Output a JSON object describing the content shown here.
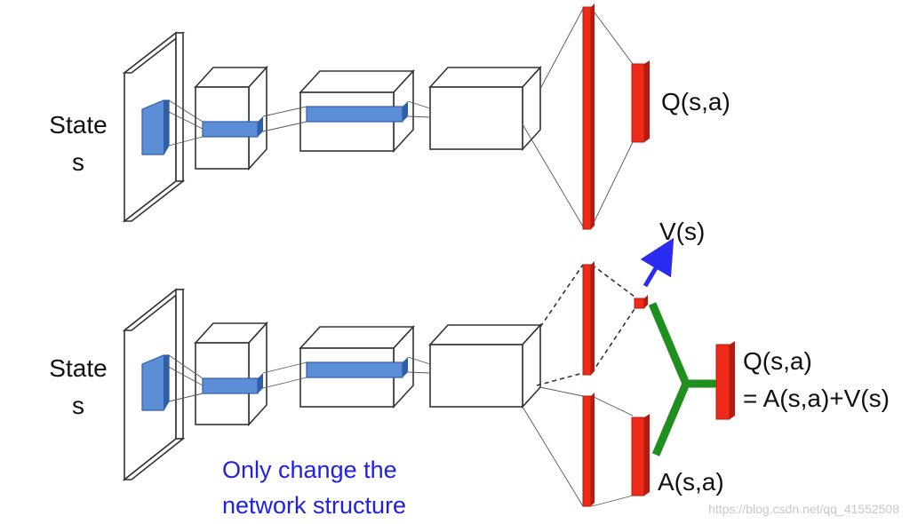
{
  "colors": {
    "red": "#ee2a1b",
    "red_dark": "#b31c10",
    "blue_feature": "#5b8ed6",
    "blue_feature_dark": "#2f5fa6",
    "green": "#1f8f1f",
    "arrow_blue": "#2a2af0",
    "note_blue": "#2121e0"
  },
  "top_network": {
    "input_label_line1": "State",
    "input_label_line2": "s",
    "output_label": "Q(s,a)"
  },
  "bottom_network": {
    "input_label_line1": "State",
    "input_label_line2": "s",
    "value_label": "V(s)",
    "advantage_label": "A(s,a)",
    "output_label_line1": "Q(s,a)",
    "output_label_line2": "= A(s,a)+V(s)"
  },
  "note": {
    "line1": "Only change the",
    "line2": "network structure"
  },
  "watermark": "https://blog.csdn.net/qq_41552508"
}
